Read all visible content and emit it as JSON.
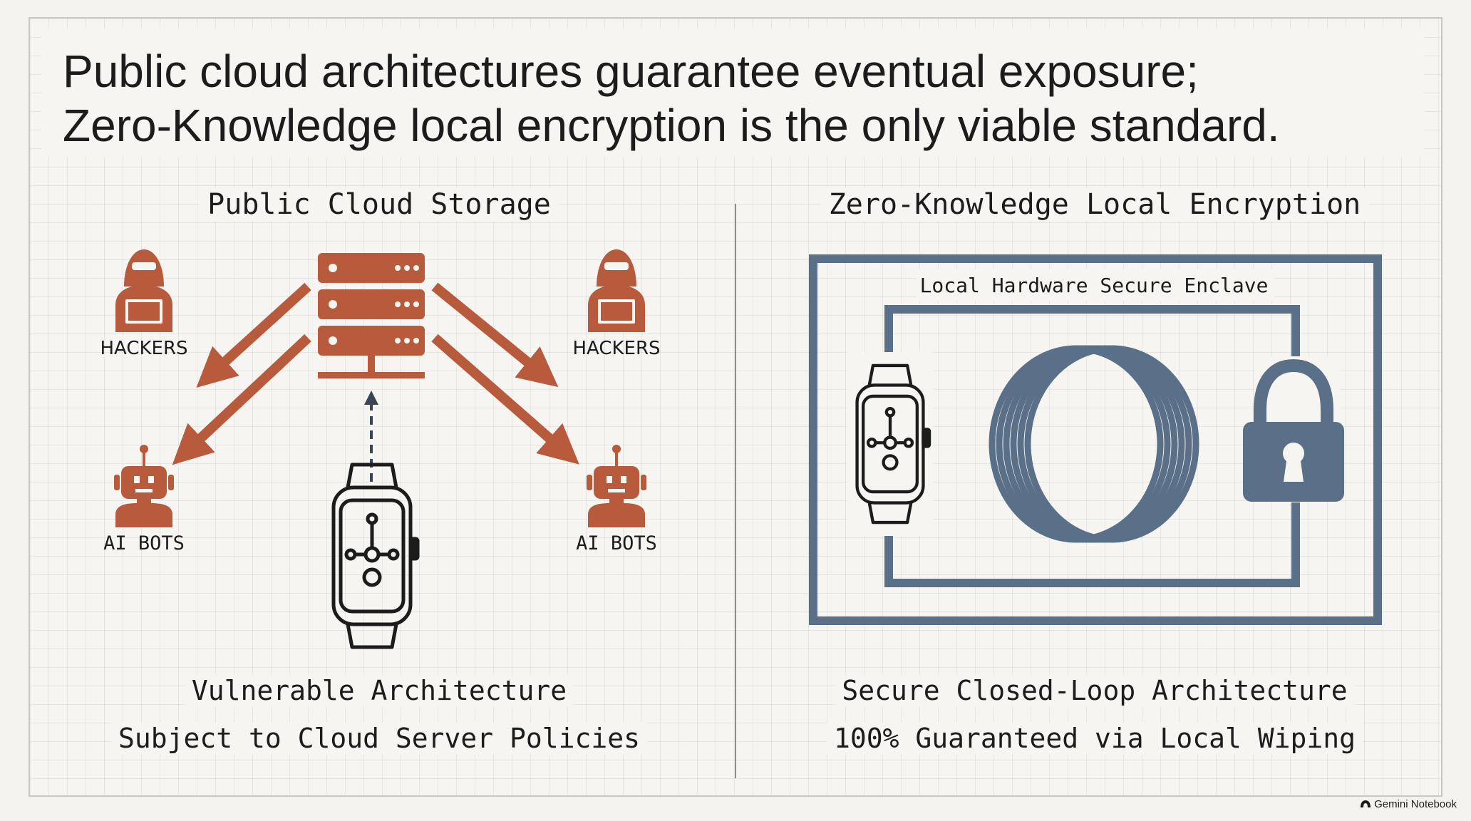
{
  "title": {
    "line1": "Public cloud architectures guarantee eventual exposure;",
    "line2": "Zero-Knowledge local encryption is the only viable standard."
  },
  "left": {
    "heading": "Public Cloud Storage",
    "labels": {
      "hackers_left": "HACKERS",
      "hackers_right": "HACKERS",
      "bots_left": "AI BOTS",
      "bots_right": "AI BOTS"
    },
    "caption1": "Vulnerable Architecture",
    "caption2": "Subject to Cloud Server Policies"
  },
  "right": {
    "heading": "Zero-Knowledge Local Encryption",
    "enclave_label": "Local Hardware Secure Enclave",
    "caption1": "Secure Closed-Loop Architecture",
    "caption2": "100% Guaranteed via Local Wiping"
  },
  "footer": {
    "brand": "Gemini Notebook"
  },
  "colors": {
    "threat": "#b85a3c",
    "secure": "#5a7088",
    "ink": "#1c1c1c",
    "background": "#f4f3ee"
  },
  "icons": [
    "server-icon",
    "hacker-icon",
    "robot-icon",
    "smartwatch-icon",
    "lock-icon",
    "encryption-rings-icon",
    "notebook-icon"
  ]
}
